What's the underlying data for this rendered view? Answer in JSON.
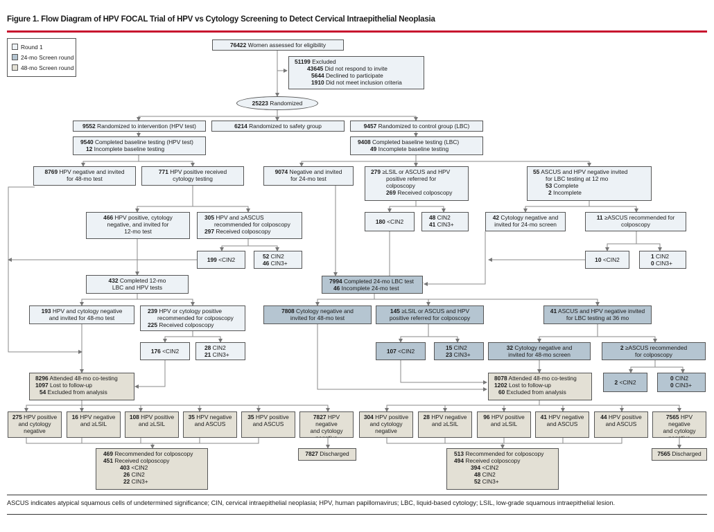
{
  "figure": {
    "title": "Figure 1. Flow Diagram of HPV FOCAL Trial of HPV vs Cytology Screening to Detect Cervical Intraepithelial Neoplasia",
    "footnote": "ASCUS indicates atypical squamous cells of undetermined significance; CIN, cervical intraepithelial neoplasia; HPV, human papillomavirus; LBC, liquid-based cytology; LSIL, low-grade squamous intraepithelial lesion."
  },
  "legend": {
    "round1": "Round 1",
    "screen24": "24-mo Screen round",
    "screen48": "48-mo Screen round",
    "colors": {
      "round1": "#edf2f6",
      "screen24": "#b5c5d1",
      "screen48": "#e3e0d5"
    }
  },
  "top": {
    "assessed_n": "76422",
    "assessed_t": "Women assessed for eligibility",
    "excluded_n": "51199",
    "excluded_t": "Excluded",
    "ex1_n": "43645",
    "ex1_t": "Did not respond to invite",
    "ex2_n": "5644",
    "ex2_t": "Declined to participate",
    "ex3_n": "1910",
    "ex3_t": "Did not meet inclusion criteria",
    "random_n": "25223",
    "random_t": "Randomized"
  },
  "arms": {
    "hpv_n": "9552",
    "hpv_t": "Randomized to intervention (HPV test)",
    "safety_n": "6214",
    "safety_t": "Randomized to safety group",
    "lbc_n": "9457",
    "lbc_t": "Randomized to control group (LBC)"
  },
  "left": {
    "base_n1": "9540",
    "base_t1": "Completed baseline testing (HPV test)",
    "base_n2": "12",
    "base_t2": "Incomplete baseline testing",
    "neg_n": "8769",
    "neg_t1": "HPV negative and invited",
    "neg_t2": "for 48-mo test",
    "pos_n": "771",
    "pos_t1": "HPV positive received",
    "pos_t2": "cytology testing",
    "cneg_n": "466",
    "cneg_t1": "HPV positive, cytology",
    "cneg_t2": "negative, and invited for",
    "cneg_t3": "12-mo test",
    "asc_n": "305",
    "asc_t1": "HPV and ≥ASCUS",
    "asc_t2": "recommended for colposcopy",
    "asc_n2": "297",
    "asc_t3": "Received colposcopy",
    "lt2_n": "199",
    "lt2_t": "<CIN2",
    "c2_n": "52",
    "c2_t": "CIN2",
    "c3_n": "46",
    "c3_t": "CIN3+",
    "m12_n": "432",
    "m12_t1": "Completed 12-mo",
    "m12_t2": "LBC and HPV tests",
    "cn_n": "193",
    "cn_t1": "HPV and cytology negative",
    "cn_t2": "and invited for 48-mo test",
    "cp_n": "239",
    "cp_t1": "HPV or cytology positive",
    "cp_t2": "recommended for colposcopy",
    "cp_n2": "225",
    "cp_t3": "Received colposcopy",
    "lt2b_n": "176",
    "lt2b_t": "<CIN2",
    "c2b_n": "28",
    "c2b_t": "CIN2",
    "c3b_n": "21",
    "c3b_t": "CIN3+",
    "att_n1": "8296",
    "att_t1": "Attended 48-mo co-testing",
    "att_n2": "1097",
    "att_t2": "Lost to follow-up",
    "att_n3": "54",
    "att_t3": "Excluded from analysis"
  },
  "right": {
    "base_n1": "9408",
    "base_t1": "Completed baseline testing (LBC)",
    "base_n2": "49",
    "base_t2": "Incomplete baseline testing",
    "neg_n": "9074",
    "neg_t1": "Negative and invited",
    "neg_t2": "for 24-mo test",
    "lsil_n": "279",
    "lsil_t1": "≥LSIL or ASCUS and HPV",
    "lsil_t2": "positive referred for",
    "lsil_t3": "colposcopy",
    "lsil_n2": "269",
    "lsil_t4": "Received colposcopy",
    "asc_n": "55",
    "asc_t1": "ASCUS and HPV negative invited",
    "asc_t2": "for LBC testing at 12 mo",
    "asc_n2": "53",
    "asc_t3": "Complete",
    "asc_n3": "2",
    "asc_t4": "Incomplete",
    "lt2_n": "180",
    "lt2_t": "<CIN2",
    "c2_n": "48",
    "c2_t": "CIN2",
    "c3_n": "41",
    "c3_t": "CIN3+",
    "cn24_n": "42",
    "cn24_t1": "Cytology negative and",
    "cn24_t2": "invited for 24-mo screen",
    "rec_n": "11",
    "rec_t1": "≥ASCUS recommended for",
    "rec_t2": "colposcopy",
    "lt2b_n": "10",
    "lt2b_t": "<CIN2",
    "c2b_n": "1",
    "c2b_t": "CIN2",
    "c3b_n": "0",
    "c3b_t": "CIN3+",
    "m24_n1": "7994",
    "m24_t1": "Completed 24-mo LBC test",
    "m24_n2": "46",
    "m24_t2": "Incomplete 24-mo test",
    "cn48_n": "7808",
    "cn48_t1": "Cytology negative and",
    "cn48_t2": "invited for 48-mo test",
    "ref_n": "145",
    "ref_t1": "≥LSIL or ASCUS and HPV",
    "ref_t2": "positive referred for colposcopy",
    "a36_n": "41",
    "a36_t1": "ASCUS and HPV negative invited",
    "a36_t2": "for LBC testing at 36 mo",
    "lt2c_n": "107",
    "lt2c_t": "<CIN2",
    "c2c_n": "15",
    "c2c_t": "CIN2",
    "c3c_n": "23",
    "c3c_t": "CIN3+",
    "cnc_n": "32",
    "cnc_t1": "Cytology negative and",
    "cnc_t2": "invited for 48-mo screen",
    "recd_n": "2",
    "recd_t1": "≥ASCUS recommended",
    "recd_t2": "for colposcopy",
    "lt2d_n": "2",
    "lt2d_t": "<CIN2",
    "c2d_n": "0",
    "c2d_t": "CIN2",
    "c3d_n": "0",
    "c3d_t": "CIN3+",
    "att_n1": "8078",
    "att_t1": "Attended 48-mo co-testing",
    "att_n2": "1202",
    "att_t2": "Lost to follow-up",
    "att_n3": "60",
    "att_t3": "Excluded from analysis"
  },
  "bottom_left": [
    {
      "n": "275",
      "t1": "HPV positive",
      "t2": "and cytology",
      "t3": "negative"
    },
    {
      "n": "16",
      "t1": "HPV negative",
      "t2": "and ≥LSIL",
      "t3": ""
    },
    {
      "n": "108",
      "t1": "HPV positive",
      "t2": "and ≥LSIL",
      "t3": ""
    },
    {
      "n": "35",
      "t1": "HPV negative",
      "t2": "and ASCUS",
      "t3": ""
    },
    {
      "n": "35",
      "t1": "HPV positive",
      "t2": "and ASCUS",
      "t3": ""
    },
    {
      "n": "7827",
      "t1": "HPV negative",
      "t2": "and cytology",
      "t3": "negative"
    }
  ],
  "bottom_right": [
    {
      "n": "304",
      "t1": "HPV positive",
      "t2": "and cytology",
      "t3": "negative"
    },
    {
      "n": "28",
      "t1": "HPV negative",
      "t2": "and ≥LSIL",
      "t3": ""
    },
    {
      "n": "96",
      "t1": "HPV positive",
      "t2": "and ≥LSIL",
      "t3": ""
    },
    {
      "n": "41",
      "t1": "HPV negative",
      "t2": "and ASCUS",
      "t3": ""
    },
    {
      "n": "44",
      "t1": "HPV positive",
      "t2": "and ASCUS",
      "t3": ""
    },
    {
      "n": "7565",
      "t1": "HPV negative",
      "t2": "and cytology",
      "t3": "negative"
    }
  ],
  "outcome_left": {
    "n1": "469",
    "t1": "Recommended for colposcopy",
    "n2": "451",
    "t2": "Received colposcopy",
    "n3": "403",
    "t3": "<CIN2",
    "n4": "26",
    "t4": "CIN2",
    "n5": "22",
    "t5": "CIN3+",
    "dis_n": "7827",
    "dis_t": "Discharged"
  },
  "outcome_right": {
    "n1": "513",
    "t1": "Recommended for colposcopy",
    "n2": "494",
    "t2": "Received colposcopy",
    "n3": "394",
    "t3": "<CIN2",
    "n4": "48",
    "t4": "CIN2",
    "n5": "52",
    "t5": "CIN3+",
    "dis_n": "7565",
    "dis_t": "Discharged"
  }
}
